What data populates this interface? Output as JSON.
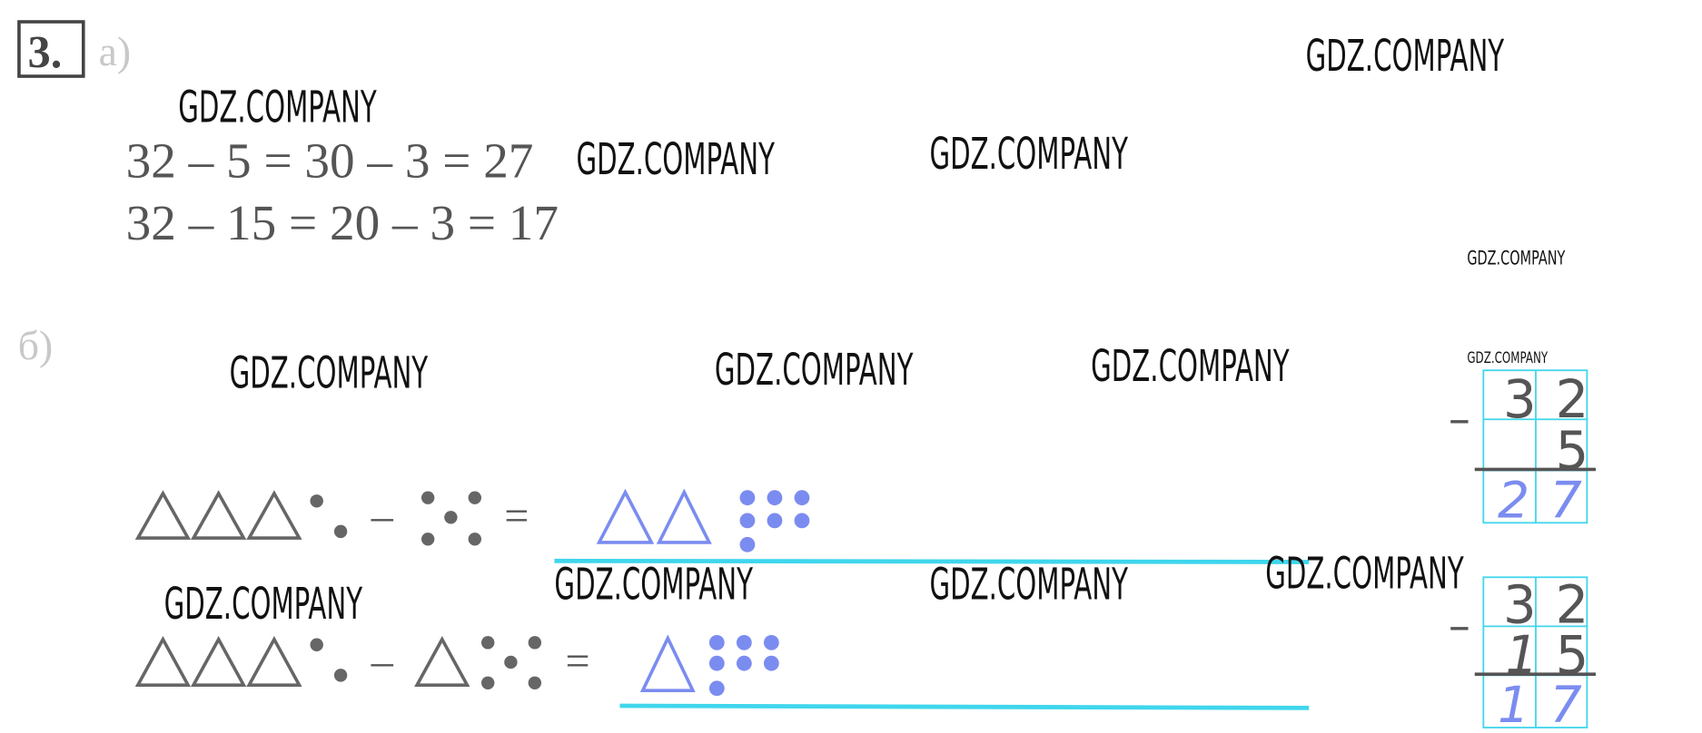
{
  "task_number": "3.",
  "part_a": {
    "label": "а)",
    "equations": [
      "32 – 5 = 30 – 3 = 27",
      "32 – 15 = 20 – 3 = 17"
    ]
  },
  "part_b": {
    "label": "б)",
    "row1": {
      "minus": "–",
      "equals": "="
    },
    "row2": {
      "minus": "–",
      "equals": "="
    }
  },
  "column_subtraction": [
    {
      "minus": "–",
      "top": [
        "3",
        "2"
      ],
      "bottom": [
        "",
        "5"
      ],
      "result": [
        "2",
        "7"
      ]
    },
    {
      "minus": "–",
      "top": [
        "3",
        "2"
      ],
      "bottom": [
        "1",
        "5"
      ],
      "result": [
        "1",
        "7"
      ]
    }
  ],
  "watermark": "GDZ.COMPANY",
  "colors": {
    "ink": "#555555",
    "answer_blue": "#7b8cf0",
    "grid_cyan": "#3fd6ec",
    "faint": "#c8c8c8"
  }
}
